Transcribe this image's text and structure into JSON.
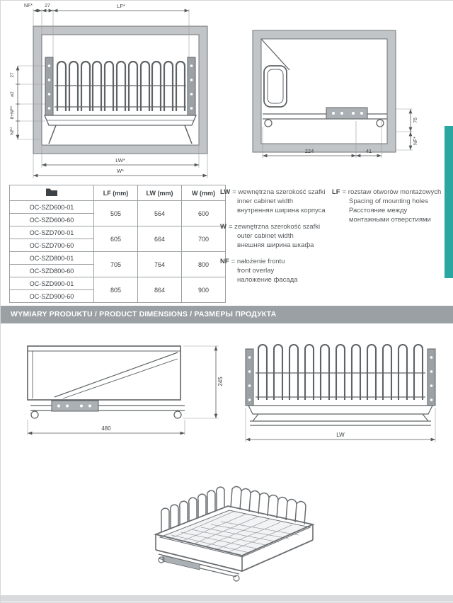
{
  "page": {
    "banner_title": "WYMIARY PRODUKTU  / PRODUCT DIMENSIONS / РАЗМЕРЫ ПРОДУКТА"
  },
  "table": {
    "headers": {
      "lf": "LF (mm)",
      "lw": "LW (mm)",
      "w": "W (mm)"
    },
    "rows": [
      {
        "code": "OC-SZD600-01"
      },
      {
        "code": "OC-SZD600-60"
      },
      {
        "code": "OC-SZD700-01"
      },
      {
        "code": "OC-SZD700-60"
      },
      {
        "code": "OC-SZD800-01"
      },
      {
        "code": "OC-SZD800-60"
      },
      {
        "code": "OC-SZD900-01"
      },
      {
        "code": "OC-SZD900-60"
      }
    ],
    "groups": [
      {
        "lf": "505",
        "lw": "564",
        "w": "600"
      },
      {
        "lf": "605",
        "lw": "664",
        "w": "700"
      },
      {
        "lf": "705",
        "lw": "764",
        "w": "800"
      },
      {
        "lf": "805",
        "lw": "864",
        "w": "900"
      }
    ]
  },
  "legend": {
    "items": [
      {
        "abbr": "LW",
        "lines": [
          "= wewnętrzna szerokość szafki",
          "inner cabinet width",
          "внутренняя ширина корпуса"
        ]
      },
      {
        "abbr": "W",
        "lines": [
          "= zewnętrzna szerokość szafki",
          "outer cabinet width",
          "внешняя ширина шкафа"
        ]
      },
      {
        "abbr": "NF",
        "lines": [
          "= nałożenie frontu",
          "front overlay",
          "наложение фасада"
        ]
      },
      {
        "abbr": "LF",
        "lines": [
          "= rozstaw otworów montażowych",
          "Spacing of mounting holes",
          "Расстояние между",
          "монтажными отверстиями"
        ]
      }
    ]
  },
  "drawings": {
    "front_in_cabinet": {
      "top_dims": {
        "nf": "NF*",
        "d27": "27",
        "lf": "LF*"
      },
      "bottom_dims": {
        "lw": "LW*",
        "w": "W*"
      },
      "left_dims": [
        "27",
        "⌀2",
        "8+NF*",
        "NF*"
      ]
    },
    "side_in_cabinet": {
      "d224": "224",
      "d41": "41",
      "d76": "76",
      "nf": "NF*"
    },
    "side_view": {
      "width": "480",
      "height": "245"
    },
    "front_view": {
      "width": "LW"
    }
  },
  "colors": {
    "accent_teal": "#2ba7a2"
  }
}
